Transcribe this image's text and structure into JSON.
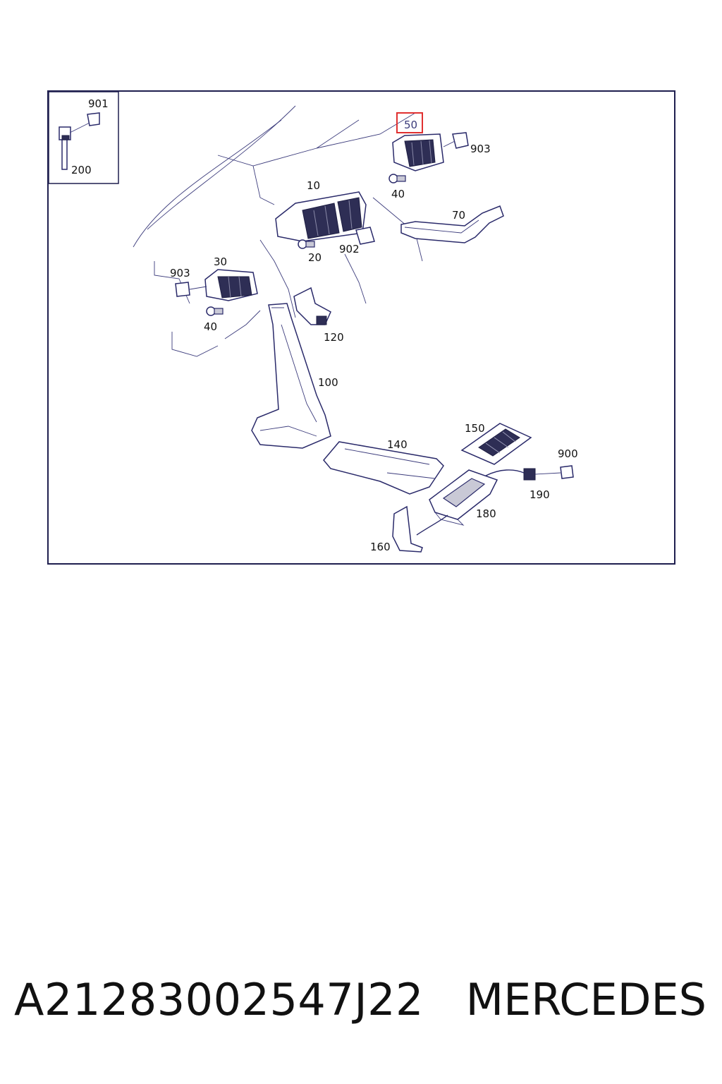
{
  "callouts": {
    "c901": "901",
    "c200": "200",
    "c50": "50",
    "c903_right": "903",
    "c40_right": "40",
    "c10": "10",
    "c70": "70",
    "c902": "902",
    "c20": "20",
    "c30": "30",
    "c903_left": "903",
    "c40_left": "40",
    "c120": "120",
    "c100": "100",
    "c150": "150",
    "c140": "140",
    "c900": "900",
    "c190": "190",
    "c180": "180",
    "c160": "160"
  },
  "highlight_color": "#e03030",
  "footer": {
    "part_number": "A21283002547J22",
    "brand": "MERCEDES"
  }
}
